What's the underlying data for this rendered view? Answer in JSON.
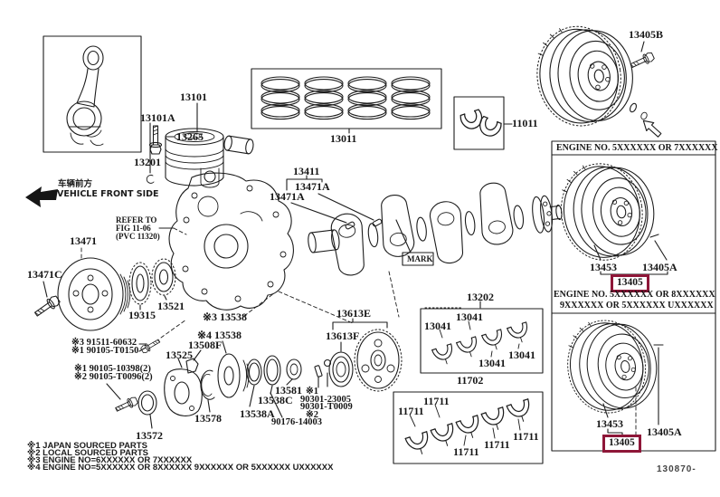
{
  "doc_id": "130870-",
  "highlight_color": "#8E1638",
  "front_indicator": {
    "cn": "车辆前方",
    "en": "VEHICLE FRONT SIDE"
  },
  "refer_note": {
    "l1": "REFER TO",
    "l2": "FIG 11-06",
    "l3": "(PVC 11320)"
  },
  "panels": {
    "p1_title": "ENGINE NO. 5XXXXXX OR 7XXXXXX",
    "p2_title1": "ENGINE NO. 5XXXXXX OR 8XXXXXX",
    "p2_title2": "9XXXXXX OR 5XXXXXX UXXXXXX"
  },
  "parts": {
    "13265": "13265",
    "13201": "13201",
    "13101": "13101",
    "13101A": "13101A",
    "13011": "13011",
    "11011": "11011",
    "13405B": "13405B",
    "13453": "13453",
    "13405A": "13405A",
    "13405": "13405",
    "13471": "13471",
    "13471C": "13471C",
    "13471A": "13471A",
    "13411": "13411",
    "19315": "19315",
    "13521": "13521",
    "13202": "13202",
    "13041": "13041",
    "11702": "11702",
    "11711": "11711",
    "13613E": "13613E",
    "13613F": "13613F",
    "13525": "13525",
    "13508F": "13508F",
    "13572": "13572",
    "13578": "13578",
    "13581": "13581",
    "13538A": "13538A",
    "13538C": "13538C",
    "n3_13538": "※3 13538",
    "n4_13538": "※4 13538",
    "b91511": "※3 91511-60632",
    "b90105_t0150": "※1 90105-T0150",
    "b90105_10398": "※1 90105-10398(2)",
    "b90105_t0096": "※2 90105-T0096(2)",
    "n1": "※1",
    "n2": "※2",
    "b90301_23005": "90301-23005",
    "b90301_t0009": "90301-T0009",
    "b90176": "90176-14003",
    "mark": "MARK"
  },
  "footnotes": [
    "※1 JAPAN SOURCED PARTS",
    "※2 LOCAL SOURCED PARTS",
    "※3 ENGINE NO=6XXXXXX OR 7XXXXXX",
    "※4 ENGINE NO=5XXXXXX OR 8XXXXXX 9XXXXXX OR 5XXXXXX UXXXXXX"
  ]
}
